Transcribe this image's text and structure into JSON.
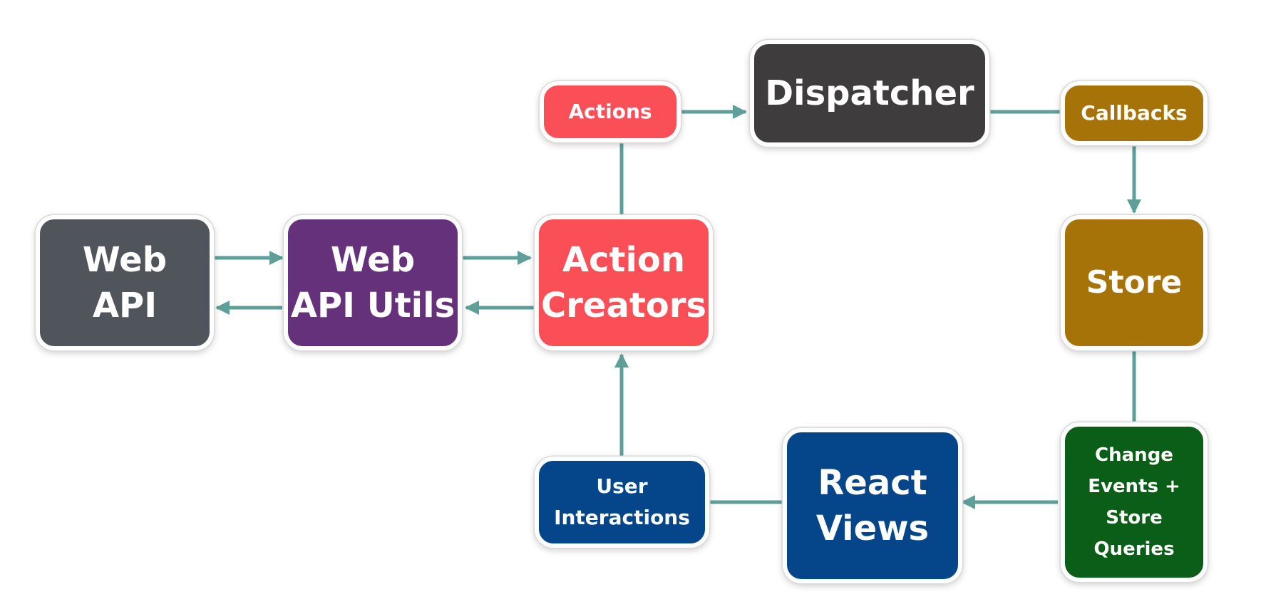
{
  "diagram": {
    "arrow_color": "#5e9f9a",
    "nodes": {
      "web_api": {
        "label": "Web\nAPI",
        "color": "#50555c"
      },
      "web_api_utils": {
        "label": "Web\nAPI Utils",
        "color": "#64317a"
      },
      "action_creators": {
        "label": "Action\nCreators",
        "color": "#fa4f57"
      },
      "actions": {
        "label": "Actions",
        "color": "#fa4f57"
      },
      "dispatcher": {
        "label": "Dispatcher",
        "color": "#3e3c3d"
      },
      "callbacks": {
        "label": "Callbacks",
        "color": "#a57308"
      },
      "store": {
        "label": "Store",
        "color": "#a57308"
      },
      "change_events": {
        "label": "Change\nEvents +\nStore\nQueries",
        "color": "#0b5e17"
      },
      "react_views": {
        "label": "React\nViews",
        "color": "#05468a"
      },
      "user_interactions": {
        "label": "User\nInteractions",
        "color": "#05468a"
      }
    }
  }
}
